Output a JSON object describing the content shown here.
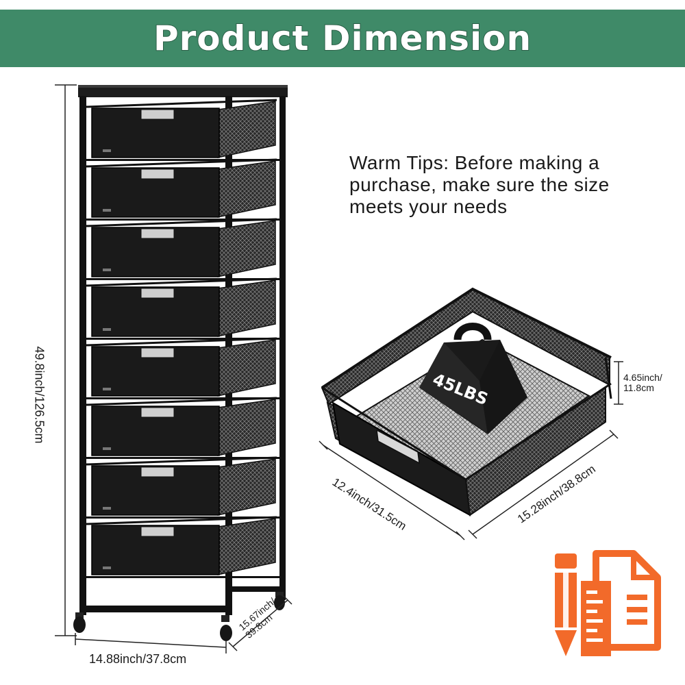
{
  "header": {
    "title": "Product Dimension"
  },
  "tips": {
    "text": "Warm Tips: Before making a purchase, make sure the size meets your needs"
  },
  "cabinet": {
    "height_label": "49.8inch/126.5cm",
    "width_label": "14.88inch/37.8cm",
    "depth_line1": "15.67inch/",
    "depth_line2": "39.8cm",
    "drawer_count": 8
  },
  "drawer": {
    "weight_label": "45LBS",
    "height_line1": "4.65inch/",
    "height_line2": "11.8cm",
    "width_label": "12.4inch/31.5cm",
    "depth_label": "15.28inch/38.8cm"
  },
  "colors": {
    "banner": "#3f8a68",
    "accent_orange": "#f26a2a",
    "frame": "#111111"
  },
  "icons": [
    "pencil-icon",
    "ruler-document-icon"
  ]
}
